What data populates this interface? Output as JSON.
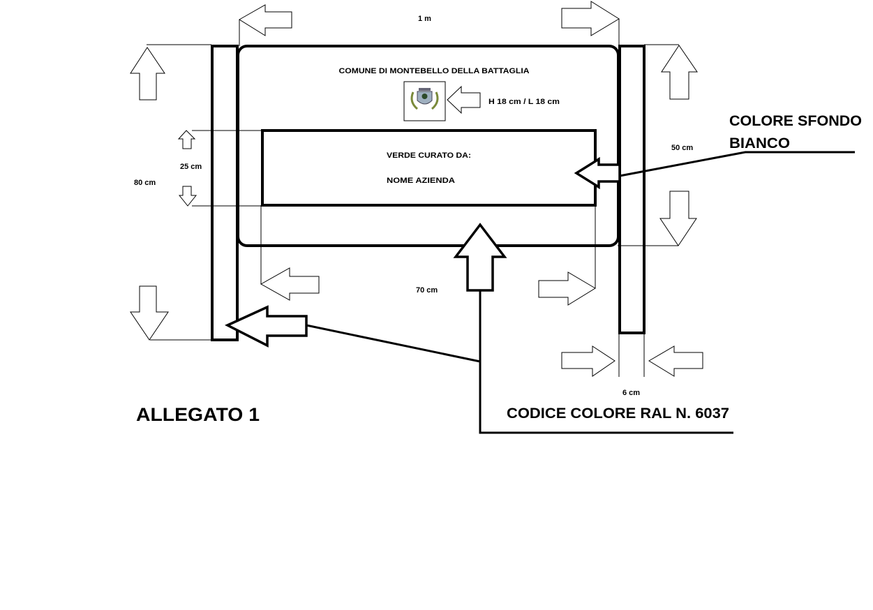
{
  "title": "ALLEGATO 1",
  "sign": {
    "header": "COMUNE DI MONTEBELLO DELLA BATTAGLIA",
    "line1": "VERDE CURATO DA:",
    "line2": "NOME AZIENDA"
  },
  "dimensions": {
    "width_total": "1 m",
    "height_total": "80 cm",
    "panel_height": "50 cm",
    "inner_height": "25 cm",
    "inner_width": "70 cm",
    "post_width": "6 cm",
    "logo_size": "H 18 cm / L 18 cm"
  },
  "notes": {
    "background_line1": "COLORE SFONDO",
    "background_line2": "BIANCO",
    "color_code": "CODICE COLORE RAL N. 6037"
  },
  "colors": {
    "ral_6037": "#008F39"
  }
}
